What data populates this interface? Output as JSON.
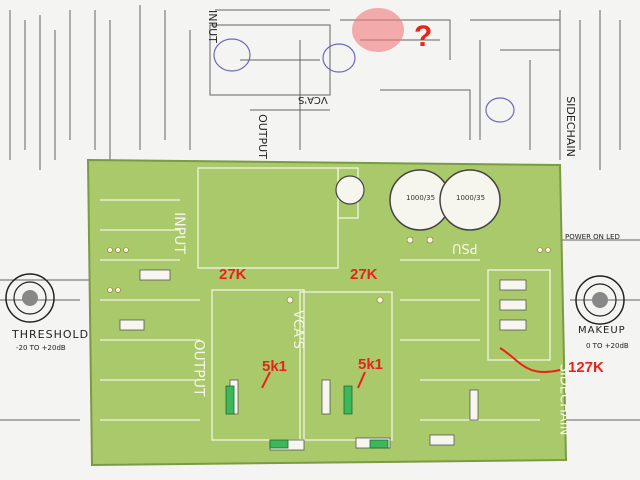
{
  "schematic": {
    "threshold_label": "THRESHOLD",
    "threshold_range": "-20 TO +20dB",
    "makeup_label": "MAKEUP",
    "makeup_range": "0 TO +20dB",
    "power_on_label": "POWER ON LED",
    "vcas_label": "VCA'S",
    "input_label": "INPUT",
    "output_label": "OUTPUT",
    "sidechain_label": "SIDECHAIN"
  },
  "pcb": {
    "input_label": "INPUT",
    "output_label": "OUTPUT",
    "vcas_label": "VCA'S",
    "psu_label": "PSU",
    "sidechain_label": "SIDECHAIN",
    "cap_value": "1000/35"
  },
  "annotations": {
    "question_mark": "?",
    "r27k_left": "27K",
    "r27k_right": "27K",
    "r5k1_left": "5k1",
    "r5k1_right": "5k1",
    "r127k": "127K"
  },
  "colors": {
    "pcb_green": "#a9c96a",
    "annotation_red": "#e8231c",
    "paper": "#f4f4f2"
  }
}
